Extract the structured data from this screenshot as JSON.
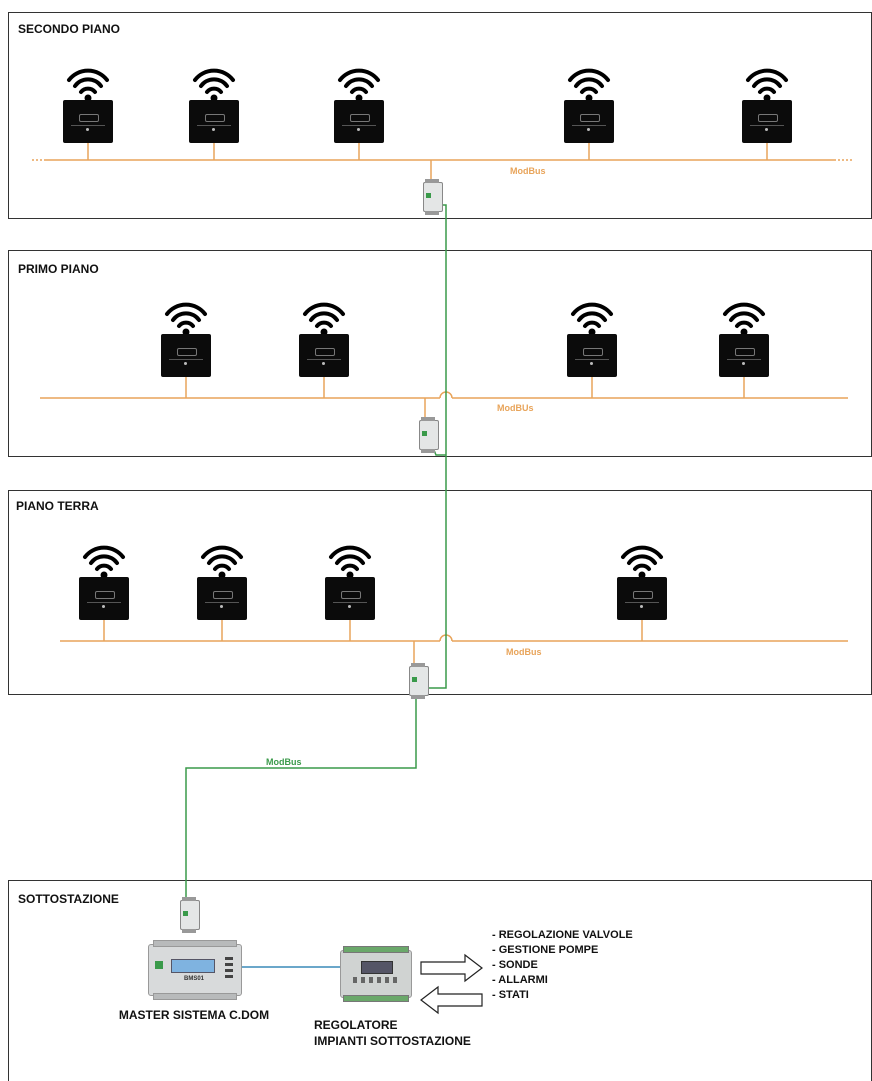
{
  "floors": {
    "secondo": {
      "title": "SECONDO PIANO",
      "bus_label": "ModBus"
    },
    "primo": {
      "title": "PRIMO PIANO",
      "bus_label": "ModBUs"
    },
    "terra": {
      "title": "PIANO TERRA",
      "bus_label": "ModBus"
    }
  },
  "riser_label": "ModBus",
  "sottostazione": {
    "title": "SOTTOSTAZIONE",
    "master_label": "MASTER SISTEMA C.DOM",
    "master_screen_text": "BMS01",
    "regulator_label_line1": "REGOLATORE",
    "regulator_label_line2": "IMPIANTI SOTTOSTAZIONE",
    "functions": [
      "- REGOLAZIONE VALVOLE",
      "- GESTIONE POMPE",
      "- SONDE",
      "- ALLARMI",
      "- STATI"
    ]
  },
  "colors": {
    "modbus_floor": "#e8a45a",
    "modbus_riser": "#3a9a4a",
    "link_blue": "#3a8ab8",
    "border": "#333333"
  }
}
